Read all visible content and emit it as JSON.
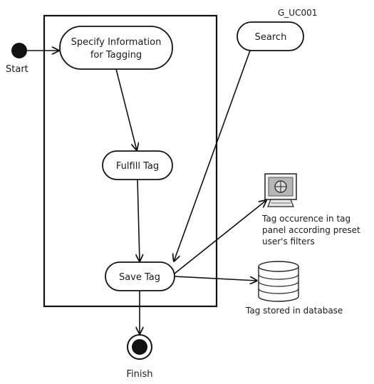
{
  "diagram": {
    "diagram_id": "G_UC001",
    "start": {
      "label": "Start"
    },
    "finish": {
      "label": "Finish"
    },
    "activities": {
      "specify": {
        "lines": [
          "Specify Information",
          "for Tagging"
        ]
      },
      "fulfill": {
        "label": "Fulfill Tag"
      },
      "save": {
        "label": "Save Tag"
      },
      "search": {
        "label": "Search"
      }
    },
    "outputs": {
      "monitor": {
        "icon": "monitor-icon",
        "lines": [
          "Tag occurence in tag",
          "panel according preset",
          "user's filters"
        ]
      },
      "database": {
        "icon": "database-icon",
        "label": "Tag stored in database"
      }
    }
  }
}
